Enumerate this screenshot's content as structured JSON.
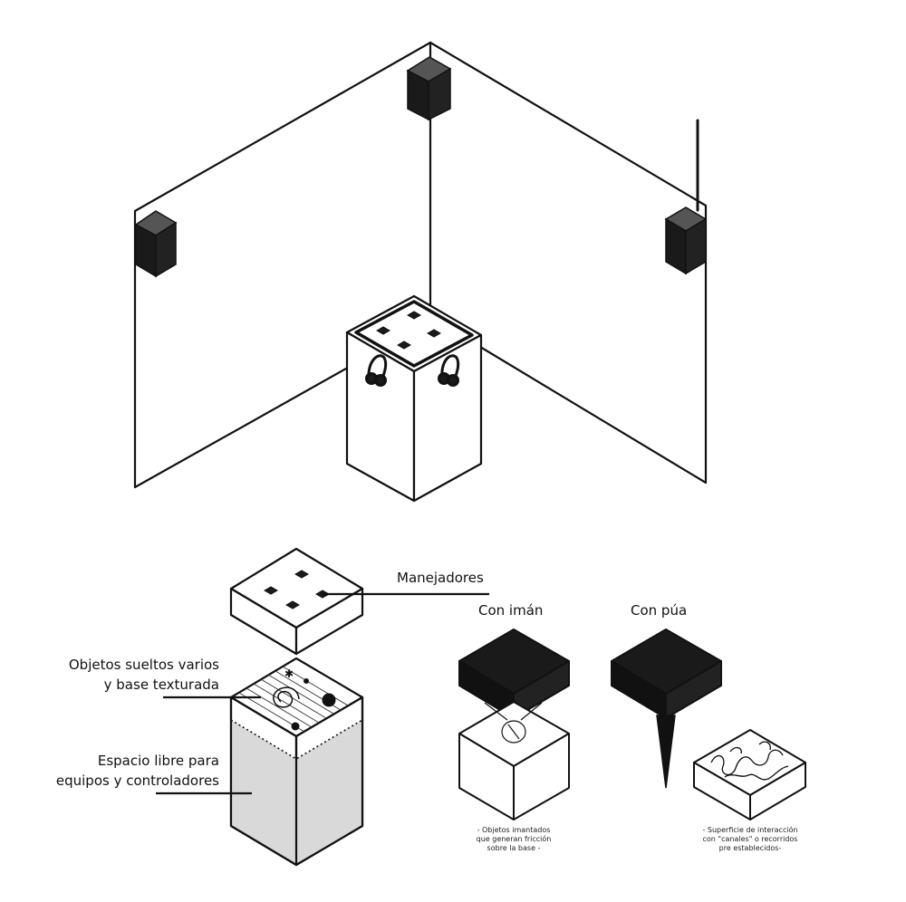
{
  "labels": {
    "manejadores": "Manejadores",
    "objetos_line1": "Objetos sueltos varios",
    "objetos_line2": "y base texturada",
    "espacio_line1": "Espacio libre para",
    "espacio_line2": "equipos y controladores",
    "con_iman": "Con imán",
    "con_pua": "Con púa"
  },
  "captions": {
    "iman_line1": "- Objetos imantados",
    "iman_line2": "que generan fricción",
    "iman_line3": "sobre la base -",
    "pua_line1": "- Superficie de interacción",
    "pua_line2": "con \"canales\" o recorridos",
    "pua_line3": "pre establecidos-"
  },
  "colors": {
    "ink": "#111111",
    "fill_gray": "#d9d9d9",
    "speaker": "#1a1a1a"
  }
}
